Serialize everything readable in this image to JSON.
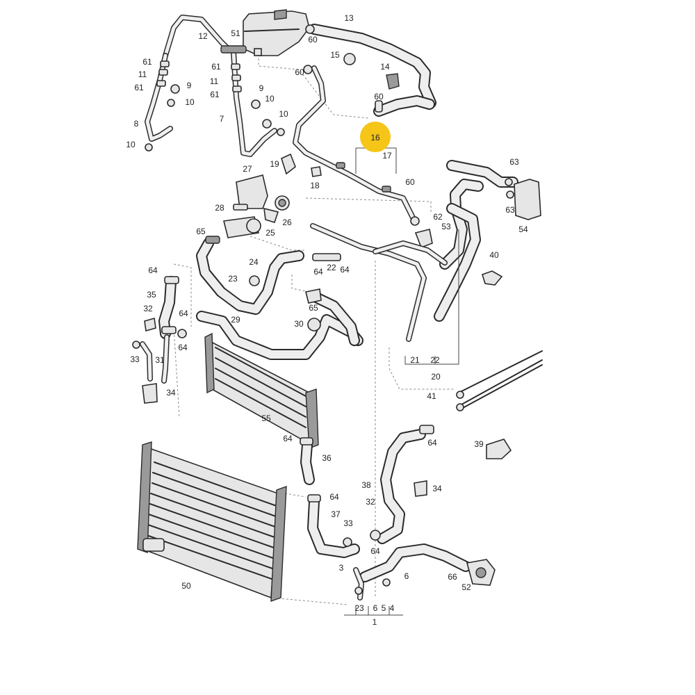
{
  "highlighted_part": "16",
  "highlight_color": "#f5c518",
  "callouts": [
    {
      "id": "c12",
      "text": "12"
    },
    {
      "id": "c51",
      "text": "51"
    },
    {
      "id": "c60a",
      "text": "60"
    },
    {
      "id": "c13",
      "text": "13"
    },
    {
      "id": "c61a",
      "text": "61"
    },
    {
      "id": "c11a",
      "text": "11"
    },
    {
      "id": "c61b",
      "text": "61"
    },
    {
      "id": "c9a",
      "text": "9"
    },
    {
      "id": "c10a",
      "text": "10"
    },
    {
      "id": "c8",
      "text": "8"
    },
    {
      "id": "c10b",
      "text": "10"
    },
    {
      "id": "c61c",
      "text": "61"
    },
    {
      "id": "c11b",
      "text": "11"
    },
    {
      "id": "c61d",
      "text": "61"
    },
    {
      "id": "c7",
      "text": "7"
    },
    {
      "id": "c9b",
      "text": "9"
    },
    {
      "id": "c10c",
      "text": "10"
    },
    {
      "id": "c10d",
      "text": "10"
    },
    {
      "id": "c15",
      "text": "15"
    },
    {
      "id": "c60b",
      "text": "60"
    },
    {
      "id": "c14",
      "text": "14"
    },
    {
      "id": "c60c",
      "text": "60"
    },
    {
      "id": "c16",
      "text": "16"
    },
    {
      "id": "c17",
      "text": "17"
    },
    {
      "id": "c27",
      "text": "27"
    },
    {
      "id": "c19",
      "text": "19"
    },
    {
      "id": "c18",
      "text": "18"
    },
    {
      "id": "c28",
      "text": "28"
    },
    {
      "id": "c26",
      "text": "26"
    },
    {
      "id": "c65a",
      "text": "65"
    },
    {
      "id": "c25",
      "text": "25"
    },
    {
      "id": "c60d",
      "text": "60"
    },
    {
      "id": "c62",
      "text": "62"
    },
    {
      "id": "c53",
      "text": "53"
    },
    {
      "id": "c63a",
      "text": "63"
    },
    {
      "id": "c63b",
      "text": "63"
    },
    {
      "id": "c54",
      "text": "54"
    },
    {
      "id": "c24",
      "text": "24"
    },
    {
      "id": "c23a",
      "text": "23"
    },
    {
      "id": "c64a",
      "text": "64"
    },
    {
      "id": "c22a",
      "text": "22"
    },
    {
      "id": "c64b",
      "text": "64"
    },
    {
      "id": "c40",
      "text": "40"
    },
    {
      "id": "c64c",
      "text": "64"
    },
    {
      "id": "c35",
      "text": "35"
    },
    {
      "id": "c32a",
      "text": "32"
    },
    {
      "id": "c64d",
      "text": "64"
    },
    {
      "id": "c64e",
      "text": "64"
    },
    {
      "id": "c33a",
      "text": "33"
    },
    {
      "id": "c31",
      "text": "31"
    },
    {
      "id": "c34a",
      "text": "34"
    },
    {
      "id": "c65b",
      "text": "65"
    },
    {
      "id": "c29",
      "text": "29"
    },
    {
      "id": "c30",
      "text": "30"
    },
    {
      "id": "c21",
      "text": "21"
    },
    {
      "id": "c22b",
      "text": "22"
    },
    {
      "id": "c20",
      "text": "20"
    },
    {
      "id": "c41",
      "text": "41"
    },
    {
      "id": "c55",
      "text": "55"
    },
    {
      "id": "c64f",
      "text": "64"
    },
    {
      "id": "c36",
      "text": "36"
    },
    {
      "id": "c64g",
      "text": "64"
    },
    {
      "id": "c39",
      "text": "39"
    },
    {
      "id": "c38",
      "text": "38"
    },
    {
      "id": "c34b",
      "text": "34"
    },
    {
      "id": "c64h",
      "text": "64"
    },
    {
      "id": "c37",
      "text": "37"
    },
    {
      "id": "c32b",
      "text": "32"
    },
    {
      "id": "c33b",
      "text": "33"
    },
    {
      "id": "c64i",
      "text": "64"
    },
    {
      "id": "c50",
      "text": "50"
    },
    {
      "id": "c3",
      "text": "3"
    },
    {
      "id": "c6a",
      "text": "6"
    },
    {
      "id": "c66",
      "text": "66"
    },
    {
      "id": "c52",
      "text": "52"
    },
    {
      "id": "c23b",
      "text": "23"
    },
    {
      "id": "c6b",
      "text": "6"
    },
    {
      "id": "c5",
      "text": "5"
    },
    {
      "id": "c4",
      "text": "4"
    },
    {
      "id": "c1",
      "text": "1"
    }
  ]
}
